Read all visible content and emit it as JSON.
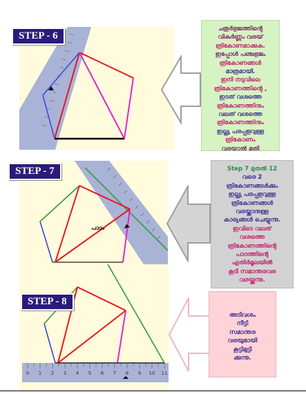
{
  "steps": [
    {
      "label": "STEP - 6",
      "note_lines": [
        "ചതുർഭുജത്തിന്റെ",
        "വികർണ്ണം വരയ്",
        "ത്രികോണമാക്കുക.",
        "ഇപ്പോൾ പഞ്ചഭുജം",
        "ത്രികോണങ്ങൾ",
        "മാത്രമായി.",
        "ഇനി നടുവിലെ",
        "ത്രികോണത്തിന്റെ ,",
        "ഇടത് വശത്തെ",
        "ത്രികോണത്തിനും",
        "വലത് വശത്തെ",
        "ത്രികോണത്തിനും",
        "ഇല്ല്യ പരപ്പളവുള്ള",
        "ത്രികോണം",
        "വരയാൽ മതി"
      ]
    },
    {
      "label": "STEP - 7",
      "note_lines": [
        "Step 7 മുതൽ 12",
        "വരെ 2",
        "ത്രികോണങ്ങൾക്കും",
        "ഇല്ല്യ പരപ്പളവുള്ള",
        "ത്രികോണങ്ങൾ",
        "വരയ്ക്കാനുള്ള",
        "കാര്യങ്ങൾ ചെയ്യുന്നു.",
        "ഇവിടെ വലത്",
        "വശത്തെ",
        "ത്രികോണത്തിന്റെ",
        "പാദത്തിന്റെ",
        "എതിർമൂലയിൽ",
        "കൂടി സമാന്തരവര",
        "വരയ്ക്കുന്നു."
      ],
      "center_label": "പാദം"
    },
    {
      "label": "STEP - 8",
      "note_lines": [
        "അടിവശം",
        "നീട്ടി",
        "സമാന്തര",
        "വരയുമായി",
        "കൂട്ടിമുട്ടി",
        "ക്കുന്നു."
      ],
      "ruler_numbers": [
        "0",
        "1",
        "2",
        "3",
        "4",
        "5",
        "6",
        "7",
        "8",
        "9",
        "10",
        "11"
      ]
    }
  ],
  "colors": {
    "panel_bg": "#fffbdc",
    "label_bg": "#2b1b7a",
    "note1_bg": "#d6f3c3",
    "note2_bg": "#d2d2d2",
    "note3_bg": "#ffd3d8",
    "ruler": "#a9b3d6",
    "red": "#e8171b",
    "magenta": "#e224c6",
    "green": "#2f9b3a",
    "blue": "#3b45d8"
  }
}
